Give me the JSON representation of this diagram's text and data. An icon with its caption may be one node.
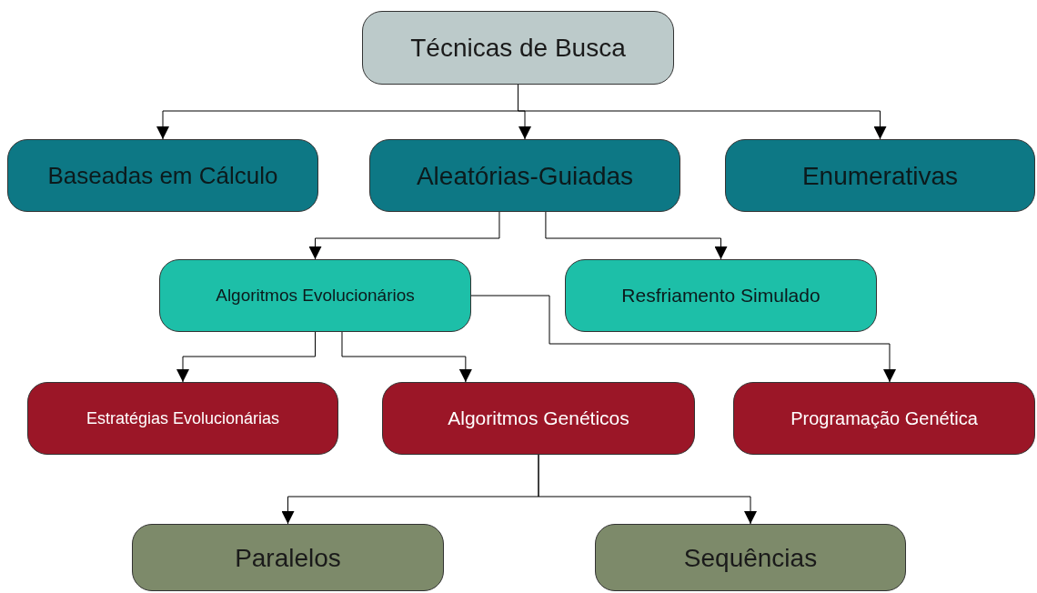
{
  "diagram": {
    "nodes": [
      {
        "text": [
          "Técnicas de Busca"
        ]
      },
      {
        "text": [
          "Baseadas em Cálculo"
        ]
      },
      {
        "text": [
          "Aleatórias-Guiadas"
        ]
      },
      {
        "text": [
          "Enumerativas"
        ]
      },
      {
        "text": [
          "Algoritmos Evolucionários"
        ]
      },
      {
        "text": [
          "Resfriamento Simulado"
        ]
      },
      {
        "text": [
          "Estratégias Evolucionárias"
        ]
      },
      {
        "text": [
          "Algoritmos Genéticos"
        ]
      },
      {
        "text": [
          "Programação Genética"
        ]
      },
      {
        "text": [
          "Paralelos"
        ]
      },
      {
        "text": [
          "Sequências"
        ]
      }
    ],
    "edges": [
      {
        "from": 0,
        "to": 1,
        "arrow": "to"
      },
      {
        "from": 0,
        "to": 2,
        "arrow": "to"
      },
      {
        "from": 0,
        "to": 3,
        "arrow": "to"
      },
      {
        "from": 2,
        "to": 4,
        "arrow": "to"
      },
      {
        "from": 2,
        "to": 5,
        "arrow": "to"
      },
      {
        "from": 4,
        "to": 6,
        "arrow": "to"
      },
      {
        "from": 4,
        "to": 7,
        "arrow": "to"
      },
      {
        "from": 4,
        "to": 8,
        "arrow": "to"
      },
      {
        "from": 7,
        "to": 9,
        "arrow": "to"
      },
      {
        "from": 7,
        "to": 10,
        "arrow": "to"
      }
    ]
  }
}
